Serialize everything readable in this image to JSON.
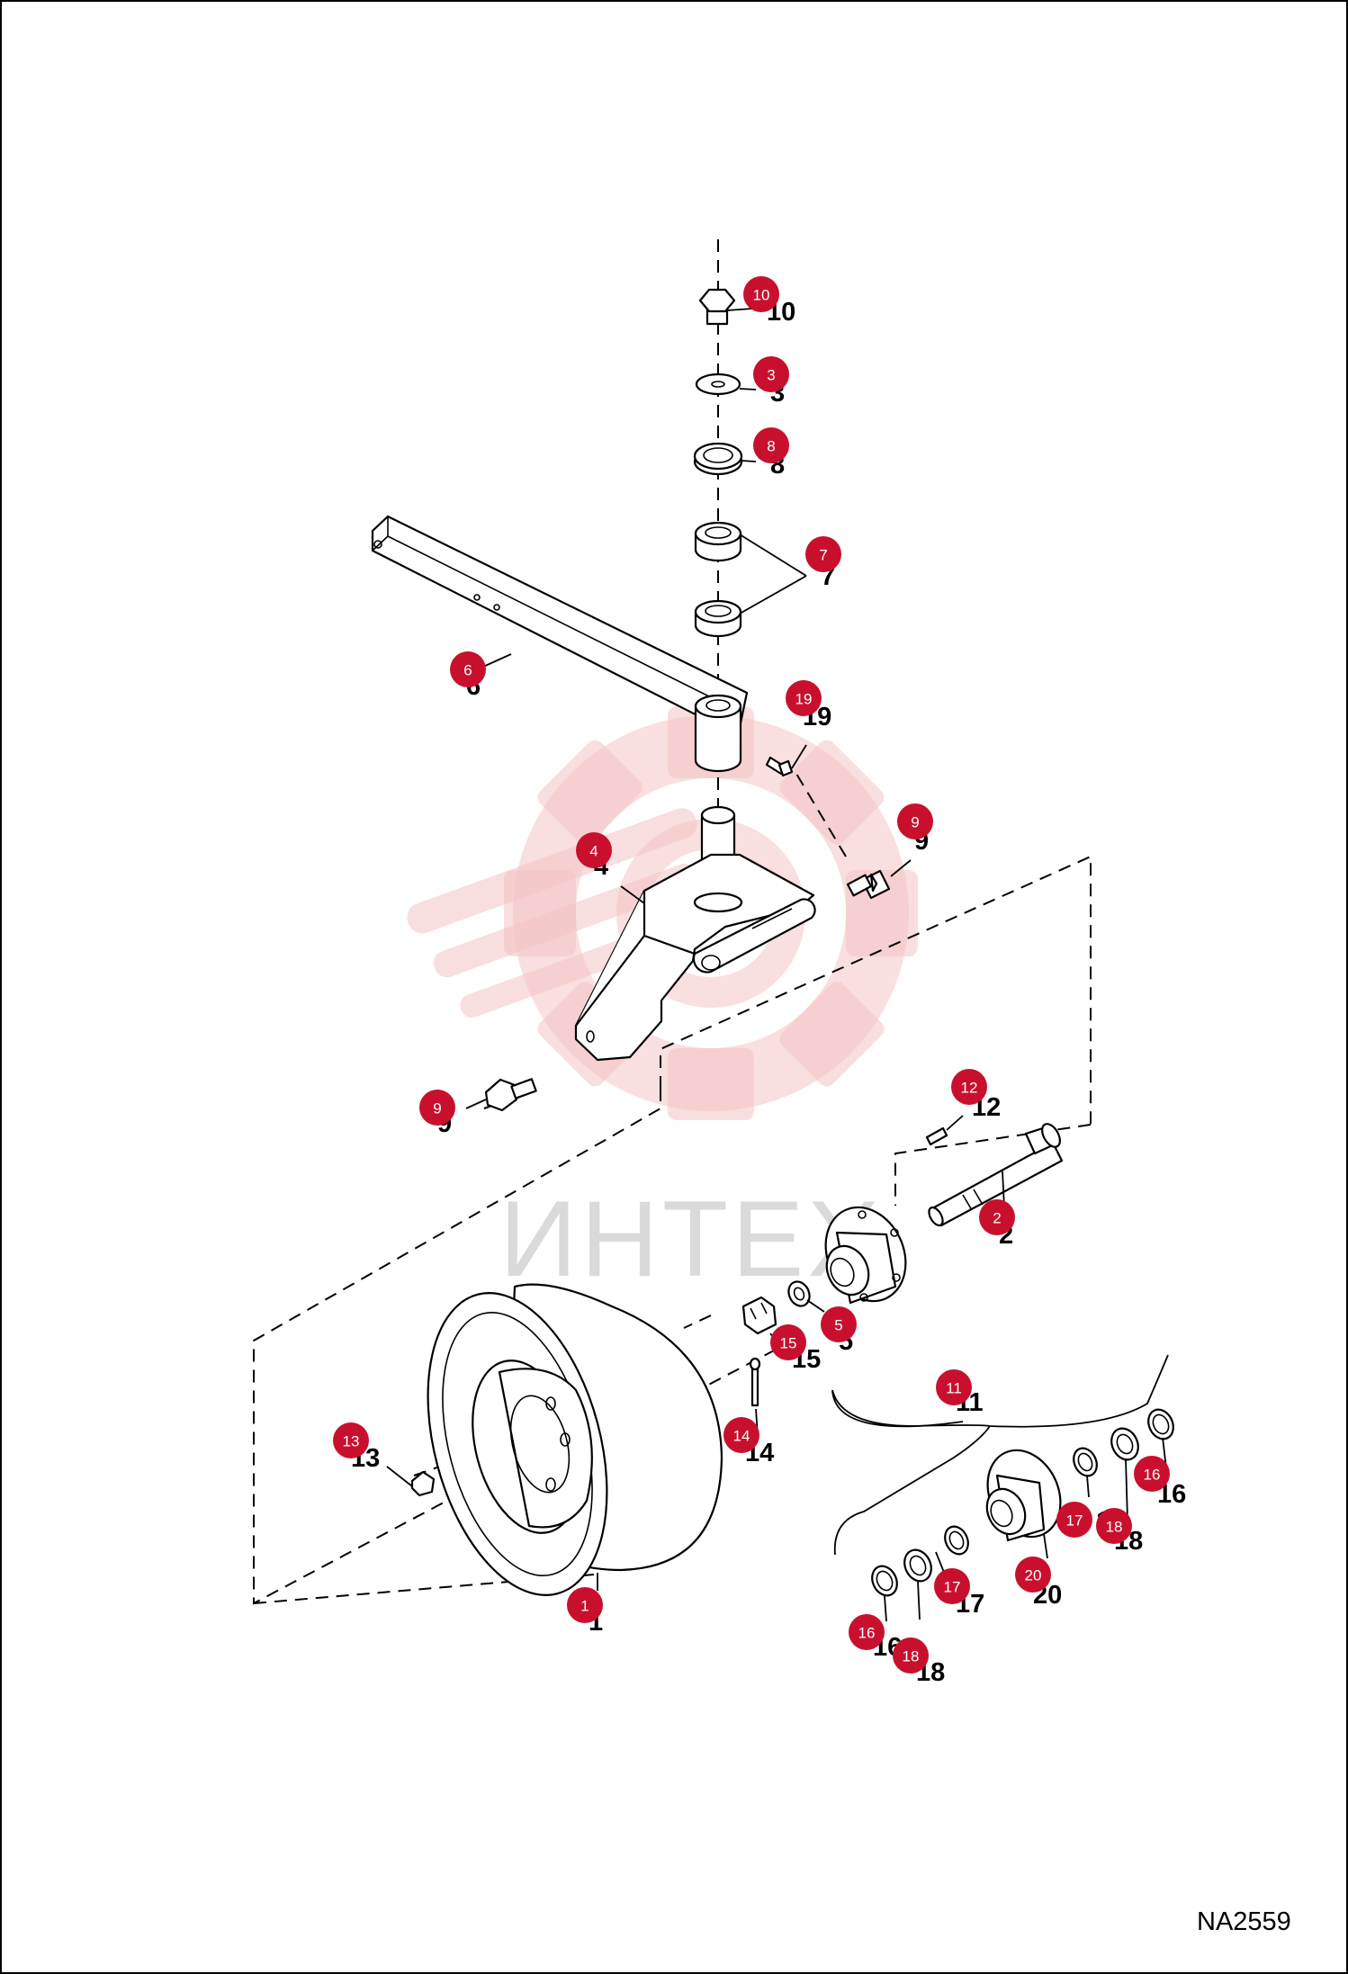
{
  "watermark": {
    "text": "ИНТЕХ"
  },
  "drawing_code": "NA2559",
  "callouts": [
    {
      "id": "c10",
      "number": "10",
      "badge": "10"
    },
    {
      "id": "c3",
      "number": "3",
      "badge": "3"
    },
    {
      "id": "c8",
      "number": "8",
      "badge": "8"
    },
    {
      "id": "c7",
      "number": "7",
      "badge": "7"
    },
    {
      "id": "c6",
      "number": "6",
      "badge": "6"
    },
    {
      "id": "c19",
      "number": "19",
      "badge": "19"
    },
    {
      "id": "c4",
      "number": "4",
      "badge": "4"
    },
    {
      "id": "c9a",
      "number": "9",
      "badge": "9"
    },
    {
      "id": "c9b",
      "number": "9",
      "badge": "9"
    },
    {
      "id": "c12",
      "number": "12",
      "badge": "12"
    },
    {
      "id": "c2",
      "number": "2",
      "badge": "2"
    },
    {
      "id": "c5",
      "number": "5",
      "badge": "5"
    },
    {
      "id": "c15",
      "number": "15",
      "badge": "15"
    },
    {
      "id": "c11",
      "number": "11",
      "badge": "11"
    },
    {
      "id": "c13",
      "number": "13",
      "badge": "13"
    },
    {
      "id": "c14",
      "number": "14",
      "badge": "14"
    },
    {
      "id": "c16a",
      "number": "16",
      "badge": "16"
    },
    {
      "id": "c17a",
      "number": "17",
      "badge": "17"
    },
    {
      "id": "c18a",
      "number": "18",
      "badge": "18"
    },
    {
      "id": "c20",
      "number": "20",
      "badge": "20"
    },
    {
      "id": "c17b",
      "number": "17",
      "badge": "17"
    },
    {
      "id": "c16b",
      "number": "16",
      "badge": "16"
    },
    {
      "id": "c18b",
      "number": "18",
      "badge": "18"
    },
    {
      "id": "c1",
      "number": "1",
      "badge": "1"
    }
  ]
}
